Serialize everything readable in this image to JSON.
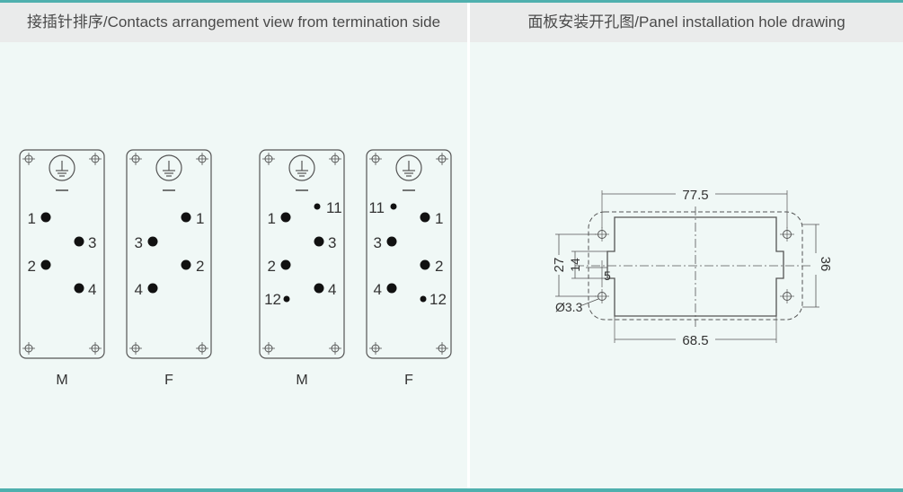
{
  "header": {
    "left_title": "接插针排序/Contacts arrangement view from termination side",
    "right_title": "面板安装开孔图/Panel installation hole drawing"
  },
  "connectors": [
    {
      "id": "m6",
      "label": "M",
      "pins": [
        {
          "n": "1"
        },
        {
          "n": "3"
        },
        {
          "n": "2"
        },
        {
          "n": "4"
        }
      ]
    },
    {
      "id": "f6",
      "label": "F",
      "pins": [
        {
          "n": "1"
        },
        {
          "n": "3"
        },
        {
          "n": "2"
        },
        {
          "n": "4"
        }
      ]
    },
    {
      "id": "m12",
      "label": "M",
      "pins": [
        {
          "n": "1"
        },
        {
          "n": "11"
        },
        {
          "n": "3"
        },
        {
          "n": "2"
        },
        {
          "n": "12"
        },
        {
          "n": "4"
        }
      ]
    },
    {
      "id": "f12",
      "label": "F",
      "pins": [
        {
          "n": "11"
        },
        {
          "n": "1"
        },
        {
          "n": "3"
        },
        {
          "n": "2"
        },
        {
          "n": "4"
        },
        {
          "n": "12"
        }
      ]
    }
  ],
  "panel": {
    "dim_top": "77.5",
    "dim_bottom": "68.5",
    "dim_left_outer": "27",
    "dim_left_inner": "14",
    "dim_small": "5",
    "dim_right": "36",
    "hole": "Ø3.3"
  },
  "colors": {
    "accent": "#4fb0ae",
    "line": "#555555",
    "background": "#f0f8f6"
  }
}
